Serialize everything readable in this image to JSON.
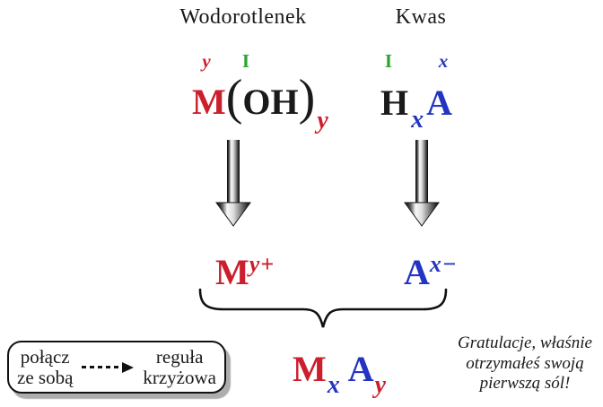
{
  "title": {
    "hydroxide": "Wodorotlenek",
    "acid": "Kwas"
  },
  "hydroxide": {
    "valence_over_metal": "y",
    "valence_over_group": "I",
    "metal": "M",
    "open_paren": "(",
    "group": "OH",
    "close_paren": ")",
    "subscript": "y"
  },
  "acid": {
    "valence_over_hydrogen": "I",
    "valence_over_anion": "x",
    "hydrogen": "H",
    "subscript": "x",
    "anion": "A"
  },
  "ions": {
    "cation_symbol": "M",
    "cation_charge": "y+",
    "anion_symbol": "A",
    "anion_charge": "x−"
  },
  "rule_box": {
    "left_line1": "połącz",
    "left_line2": "ze sobą",
    "right_line1": "reguła",
    "right_line2": "krzyżowa"
  },
  "salt": {
    "metal": "M",
    "metal_subscript": "x",
    "anion": "A",
    "anion_subscript": "y"
  },
  "congrats": {
    "line1": "Gratulacje, właśnie",
    "line2": "otrzymałeś swoją",
    "line3": "pierwszą sól!"
  },
  "colors": {
    "red": "#cc1f2d",
    "green": "#2ba330",
    "blue": "#2334c4",
    "ink": "#1a1a1a",
    "box_shadow": "#adadad"
  }
}
